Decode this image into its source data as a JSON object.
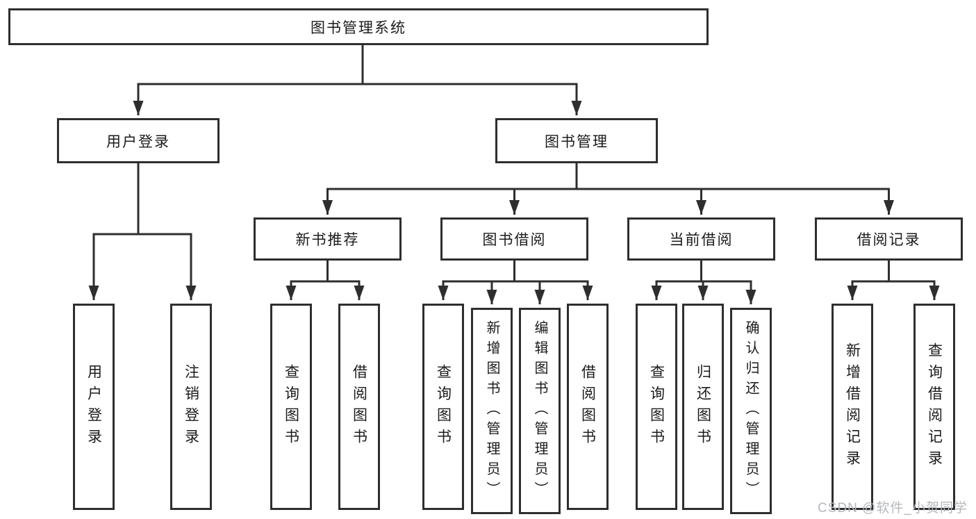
{
  "tree": {
    "root": {
      "label": "图书管理系统",
      "children": [
        {
          "label": "用户登录",
          "children": [
            {
              "label": "用户登录"
            },
            {
              "label": "注销登录"
            }
          ]
        },
        {
          "label": "图书管理",
          "children": [
            {
              "label": "新书推荐",
              "children": [
                {
                  "label": "查询图书"
                },
                {
                  "label": "借阅图书"
                }
              ]
            },
            {
              "label": "图书借阅",
              "children": [
                {
                  "label": "查询图书"
                },
                {
                  "label": "新增图书（管理员）"
                },
                {
                  "label": "编辑图书（管理员）"
                },
                {
                  "label": "借阅图书"
                }
              ]
            },
            {
              "label": "当前借阅",
              "children": [
                {
                  "label": "查询图书"
                },
                {
                  "label": "归还图书"
                },
                {
                  "label": "确认归还（管理员）"
                }
              ]
            },
            {
              "label": "借阅记录",
              "children": [
                {
                  "label": "新增借阅记录"
                },
                {
                  "label": "查询借阅记录"
                }
              ]
            }
          ]
        }
      ]
    }
  },
  "watermark": {
    "text": "CSDN @软件_小贺同学"
  },
  "colors": {
    "line": "#2e2e2e",
    "box_border": "#2e2e2e",
    "box_background": "#ffffff",
    "text": "#1b1b1b",
    "watermark": "#b4b7bc",
    "page_background": "#ffffff"
  }
}
